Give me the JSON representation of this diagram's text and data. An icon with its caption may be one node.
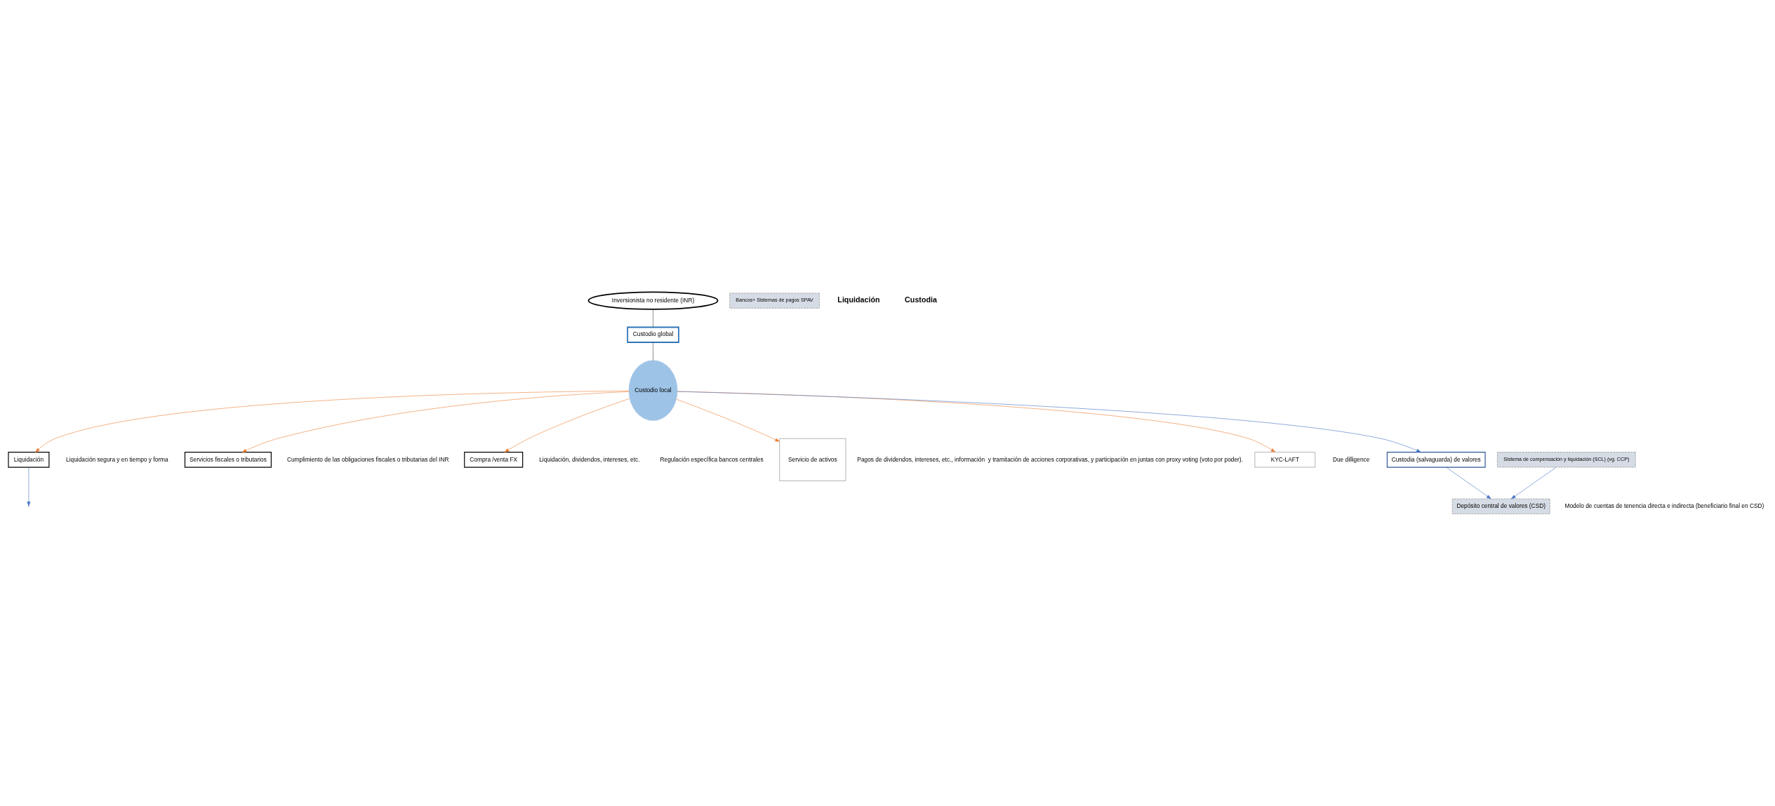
{
  "diagram": {
    "nodes": [
      {
        "text": [
          "Inversionista no residente (INR)"
        ]
      },
      {
        "text": [
          "Custodio global"
        ]
      },
      {
        "text": [
          "Custodio local"
        ]
      },
      {
        "text": [
          "Liquidación"
        ],
        "beside": [
          "Liquidación segura y en tiempo y forma"
        ]
      },
      {
        "text": [
          "Servicios fiscales o tributarios"
        ],
        "beside": [
          "Cumplimiento de las obligaciones fiscales o tributarias del INR"
        ]
      },
      {
        "text": [
          "Compra /venta FX"
        ],
        "beside": [
          "Liquidación, dividendos, intereses, etc.",
          "Regulación específica bancos centrales"
        ]
      },
      {
        "text": [
          "Servicio de activos"
        ],
        "beside": [
          "Pagos de dividendos, intereses, etc., información  y tramitación de acciones corporativas, y participación en juntas con proxy voting (voto por poder)."
        ]
      },
      {
        "text": [
          "KYC-LAFT"
        ],
        "beside": [
          "Due dilligence"
        ]
      },
      {
        "text": [
          "Bancos+ Sistemas de pagos SPAV"
        ]
      },
      {
        "text": [
          "Sistema de compensación y liquidación (SCL) (vg. CCP)"
        ]
      },
      {
        "text": [
          "Custodia (salvaguarda) de valores"
        ]
      },
      {
        "text": [
          "Depósito central de valores (CSD)"
        ],
        "beside": [
          "Modelo de cuentas de tenencia directa e indirecta (beneficiario final en CSD)"
        ]
      }
    ],
    "edges": [
      {
        "from": 0,
        "to": 1,
        "arrow": "none",
        "color": "#404040"
      },
      {
        "from": 1,
        "to": 2,
        "arrow": "none",
        "color": "#404040"
      },
      {
        "from": 2,
        "to": 3,
        "arrow": "to",
        "color": "#ed7d31"
      },
      {
        "from": 2,
        "to": 4,
        "arrow": "to",
        "color": "#ed7d31"
      },
      {
        "from": 2,
        "to": 5,
        "arrow": "to",
        "color": "#ed7d31"
      },
      {
        "from": 2,
        "to": 6,
        "arrow": "to",
        "color": "#ed7d31"
      },
      {
        "from": 2,
        "to": 7,
        "arrow": "to",
        "color": "#ed7d31"
      },
      {
        "from": 2,
        "to": 10,
        "arrow": "to",
        "color": "#4472c4"
      },
      {
        "from": 3,
        "to": null,
        "arrow": "to",
        "color": "#4472c4"
      },
      {
        "from": 9,
        "to": 11,
        "arrow": "to",
        "color": "#4472c4"
      },
      {
        "from": 10,
        "to": 11,
        "arrow": "to",
        "color": "#4472c4"
      }
    ],
    "labels": [
      "Liquidación",
      "Custodia"
    ]
  }
}
